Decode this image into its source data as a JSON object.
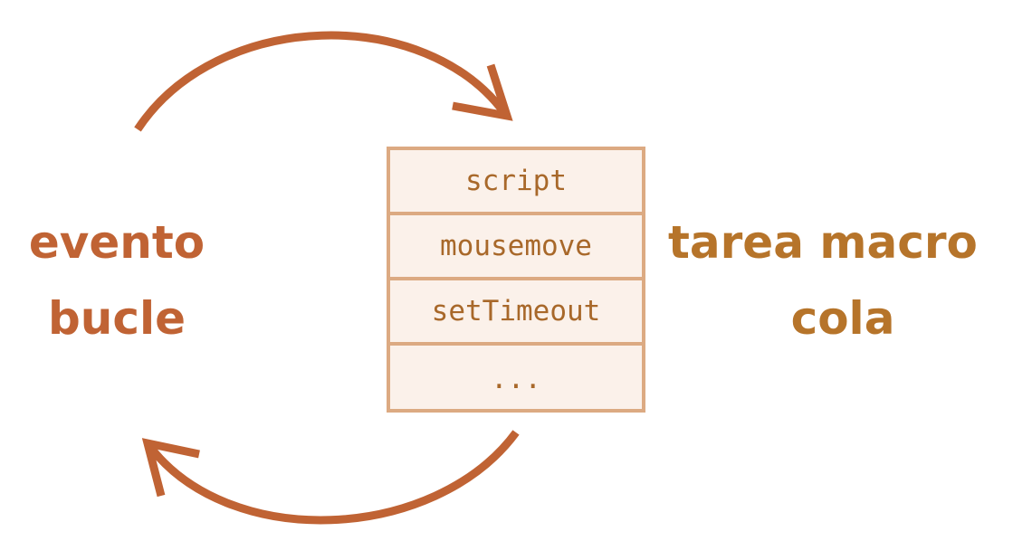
{
  "diagram": {
    "loop_label": {
      "line1": "evento",
      "line2": "bucle"
    },
    "queue_label": {
      "line1": "tarea macro",
      "line2": "cola"
    },
    "queue_items": [
      "script",
      "mousemove",
      "setTimeout",
      "..."
    ],
    "colors": {
      "loop_text": "#c06334",
      "queue_title": "#b6742a",
      "arrow": "#c06334",
      "queue_border": "#dcaa82",
      "queue_fill": "#fbf1ea",
      "queue_text": "#a8682a"
    }
  }
}
